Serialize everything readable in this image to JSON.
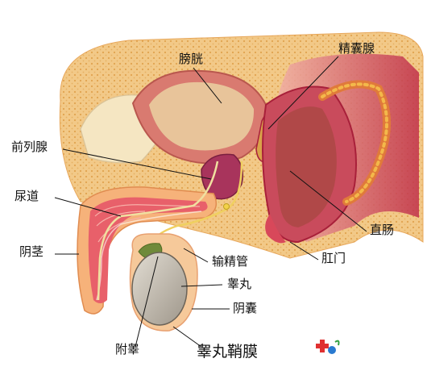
{
  "labels": {
    "bladder": "膀胱",
    "seminal_vesicle": "精囊腺",
    "prostate": "前列腺",
    "urethra": "尿道",
    "penis": "阴茎",
    "vas_deferens": "输精管",
    "testis": "睾丸",
    "scrotum": "阴囊",
    "rectum": "直肠",
    "anus": "肛门",
    "epididymis": "附睾",
    "tunica_vaginalis": "睾丸鞘膜"
  },
  "colors": {
    "fat_yellow": "#f2c988",
    "fat_dots": "#e0a34f",
    "skin_edge": "#f6b27a",
    "muscle_red": "#d8485a",
    "muscle_dark": "#a8203a",
    "bladder_wall": "#d97a70",
    "bladder_inner": "#e8c49a",
    "prostate": "#a8345c",
    "testis_grey": "#c9c1b3",
    "rectum_inner": "#b04848",
    "bone_cream": "#f5e6c2"
  }
}
